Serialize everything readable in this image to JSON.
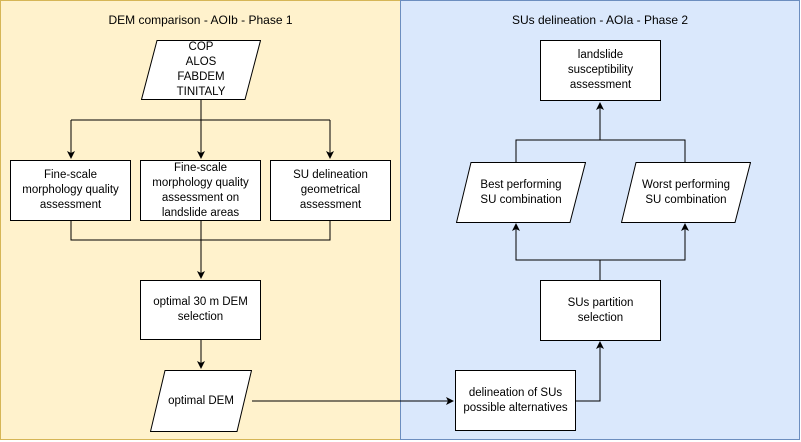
{
  "panels": {
    "left": {
      "title": "DEM comparison - AOIb - Phase 1"
    },
    "right": {
      "title": "SUs delineation - AOIa - Phase 2"
    }
  },
  "nodes": {
    "dems": {
      "lines": [
        "COP",
        "ALOS",
        "FABDEM",
        "TINITALY"
      ]
    },
    "fine_scale_morph": {
      "lines": [
        "Fine-scale",
        "morphology quality",
        "assessment"
      ]
    },
    "fine_scale_landslide": {
      "lines": [
        "Fine-scale",
        "morphology quality",
        "assessment on",
        "landslide areas"
      ]
    },
    "su_geometric": {
      "lines": [
        "SU delineation",
        "geometrical",
        "assessment"
      ]
    },
    "optimal_selection": {
      "lines": [
        "optimal 30 m DEM",
        "selection"
      ]
    },
    "optimal_dem": {
      "lines": [
        "optimal DEM"
      ]
    },
    "su_alternatives": {
      "lines": [
        "delineation of SUs",
        "possible alternatives"
      ]
    },
    "su_partition": {
      "lines": [
        "SUs partition",
        "selection"
      ]
    },
    "best_combo": {
      "lines": [
        "Best performing",
        "SU combination"
      ]
    },
    "worst_combo": {
      "lines": [
        "Worst performing",
        "SU combination"
      ]
    },
    "susceptibility": {
      "lines": [
        "landslide",
        "susceptibility",
        "assessment"
      ]
    }
  }
}
